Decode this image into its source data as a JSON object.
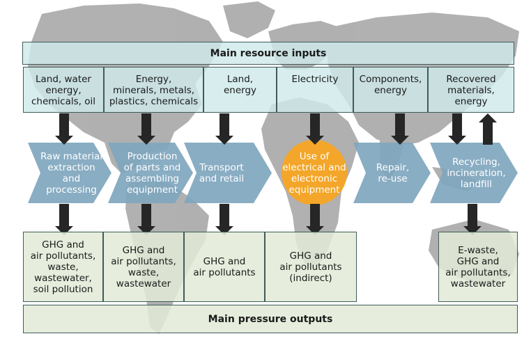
{
  "header": {
    "title": "Main resource inputs"
  },
  "inputs": [
    [
      "Land, water",
      "energy,",
      "chemicals, oil"
    ],
    [
      "Energy,",
      "minerals, metals,",
      "plastics, chemicals"
    ],
    [
      "Land,",
      "energy"
    ],
    [
      "Electricity"
    ],
    [
      "Components,",
      "energy"
    ],
    [
      "Recovered",
      "materials,",
      "energy"
    ]
  ],
  "stages": [
    [
      "Raw material",
      "extraction",
      "and",
      "processing"
    ],
    [
      "Production",
      "of parts and",
      "assembling",
      "equipment"
    ],
    [
      "Transport",
      "and retail"
    ],
    [
      "Use of",
      "electrical and",
      "electronic",
      "equipment"
    ],
    [
      "Repair,",
      "re-use"
    ],
    [
      "Recycling,",
      "incineration,",
      "landfill"
    ]
  ],
  "outputs": [
    [
      "GHG and",
      "air pollutants,",
      "waste,",
      "wastewater,",
      "soil pollution"
    ],
    [
      "GHG and",
      "air pollutants,",
      "waste,",
      "wastewater"
    ],
    [
      "GHG and",
      "air pollutants"
    ],
    [
      "GHG and",
      "air pollutants",
      "(indirect)"
    ],
    [
      "E-waste,",
      "GHG and",
      "air pollutants,",
      "wastewater"
    ]
  ],
  "footer": {
    "title": "Main pressure outputs"
  },
  "colors": {
    "input_fill": "#cee9ea",
    "output_fill": "#e2ead6",
    "stage_fill": "#7fa6be",
    "use_stage_fill": "#f3a629",
    "arrow": "#262626",
    "map_land": "#9c9c9c"
  }
}
